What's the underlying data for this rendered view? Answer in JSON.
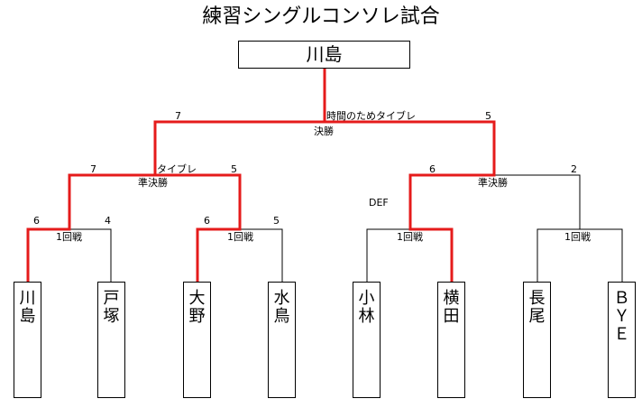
{
  "title": "練習シングルコンソレ試合",
  "champion": "川島",
  "players": [
    "川島",
    "戸塚",
    "大野",
    "水鳥",
    "小林",
    "横田",
    "長尾",
    "ＢＹＥ"
  ],
  "round1": [
    {
      "label": "1回戦",
      "score_left": "6",
      "score_right": "4",
      "note": ""
    },
    {
      "label": "1回戦",
      "score_left": "6",
      "score_right": "5",
      "note": ""
    },
    {
      "label": "1回戦",
      "score_left": "",
      "score_right": "",
      "note": "DEF"
    },
    {
      "label": "1回戦",
      "score_left": "",
      "score_right": "",
      "note": ""
    }
  ],
  "semifinals": [
    {
      "label": "準決勝",
      "score_left": "7",
      "score_right": "5",
      "note": "タイブレ"
    },
    {
      "label": "準決勝",
      "score_left": "6",
      "score_right": "2",
      "note": ""
    }
  ],
  "final": {
    "label": "決勝",
    "score_left": "7",
    "score_right": "5",
    "note": "時間のためタイブレ"
  },
  "colors": {
    "winner_line": "#e51b1b",
    "line": "#000000"
  }
}
